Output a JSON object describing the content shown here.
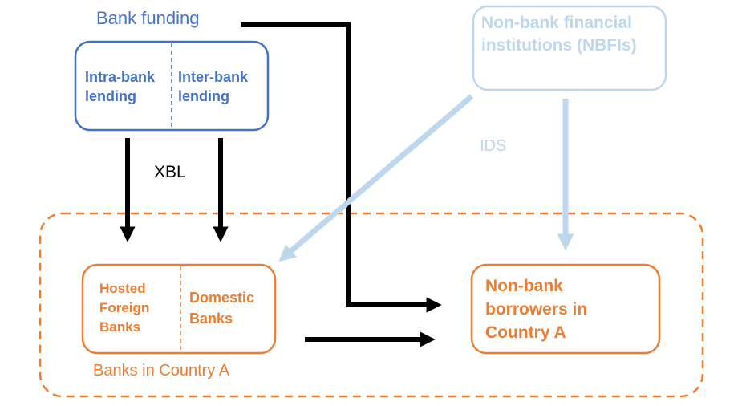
{
  "colors": {
    "blue": "#4472c4",
    "light_blue": "#bdd7ee",
    "orange": "#ed7d31",
    "black": "#000000"
  },
  "top_left": {
    "title": "Bank funding",
    "intra_bank": "Intra-bank lending",
    "inter_bank": "Inter-bank lending",
    "xbl_label": "XBL"
  },
  "top_right": {
    "nbfi": "Non-bank financial institutions (NBFIs)",
    "ids_label": "IDS"
  },
  "country": {
    "hosted_foreign": "Hosted Foreign Banks",
    "domestic": "Domestic Banks",
    "banks_label": "Banks in Country A",
    "nonbank_borrowers": "Non-bank borrowers in Country A"
  }
}
